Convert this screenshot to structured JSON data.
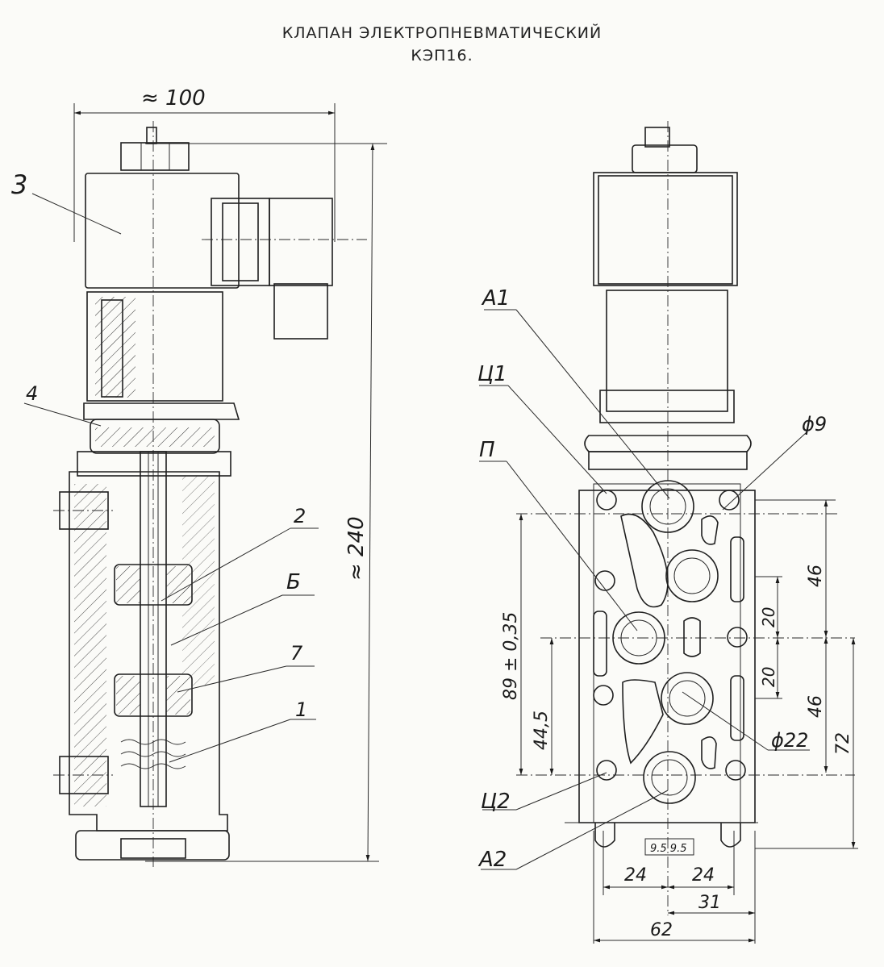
{
  "title": {
    "line1": "КЛАПАН ЭЛЕКТРОПНЕВМАТИЧЕСКИЙ",
    "line2": "КЭП16."
  },
  "left_view": {
    "dim_width": "≈ 100",
    "dim_height": "≈ 240",
    "callouts": {
      "c3": "3",
      "c4": "4",
      "c2": "2",
      "cB": "Б",
      "c7": "7",
      "c1": "1"
    }
  },
  "right_view": {
    "callouts": {
      "A1": "A1",
      "C1": "Ц1",
      "P": "П",
      "C2": "Ц2",
      "A2": "A2"
    },
    "dims": {
      "d9": "ϕ9",
      "d22": "ϕ22",
      "v89": "89 ± 0,35",
      "v445": "44,5",
      "v46a": "46",
      "v46b": "46",
      "v20a": "20",
      "v20b": "20",
      "v72": "72",
      "h95": "9.5 9.5",
      "h24a": "24",
      "h24b": "24",
      "h31": "31",
      "h62": "62"
    }
  }
}
